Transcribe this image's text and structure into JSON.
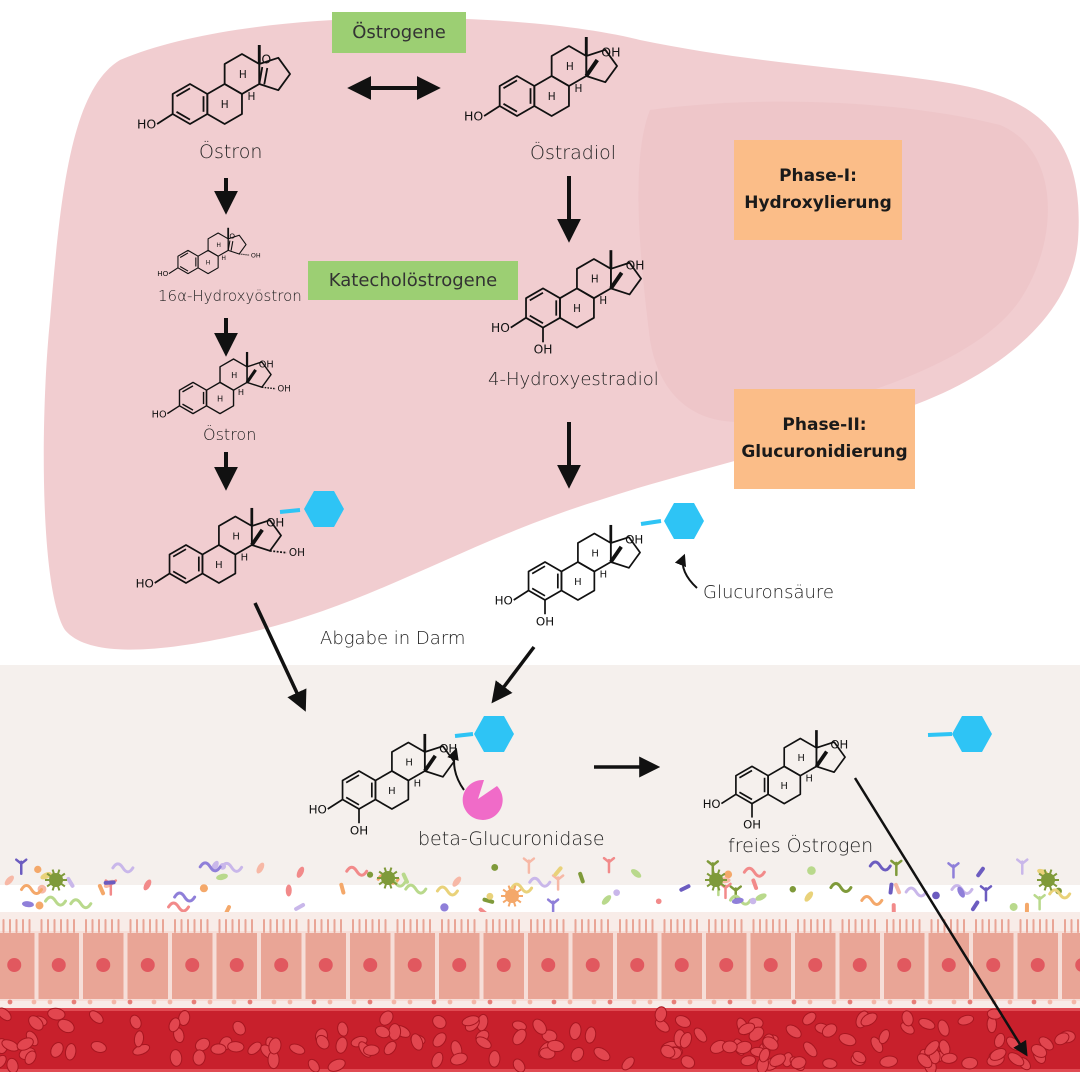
{
  "labels": {
    "oestrogene": "Östrogene",
    "katecholoestrogene": "Katecholöstrogene",
    "oestron": "Östron",
    "oestradiol": "Östradiol",
    "hydroxyoestron": "16α-Hydroxyöstron",
    "oestron2": "Östron",
    "hydroxyestradiol": "4-Hydroxyestradiol",
    "glucuronsaeure": "Glucuronsäure",
    "abgabe": "Abgabe in Darm",
    "betaGlucuronidase": "beta-Glucuronidase",
    "freiesOestrogen": "freies Östrogen"
  },
  "phase1": {
    "line1": "Phase-I:",
    "line2": "Hydroxylierung"
  },
  "phase2": {
    "line1": "Phase-II:",
    "line2": "Glucuronidierung"
  },
  "chem": {
    "ho": "HO",
    "oh": "OH",
    "o": "O",
    "h": "H"
  },
  "colors": {
    "liver": "#f0c9cc",
    "intestine": "#f5f0ed",
    "glucuronide": "#2ec4f5",
    "enzyme": "#f06bc8",
    "phaseBox": "#fbbd88",
    "tagBox": "#9ccf73",
    "cells": "#e9a596",
    "blood": "#c8202c"
  },
  "icons": [
    "glucuronic-acid-hexagon-icon",
    "enzyme-pacman-icon",
    "arrow-icon"
  ]
}
